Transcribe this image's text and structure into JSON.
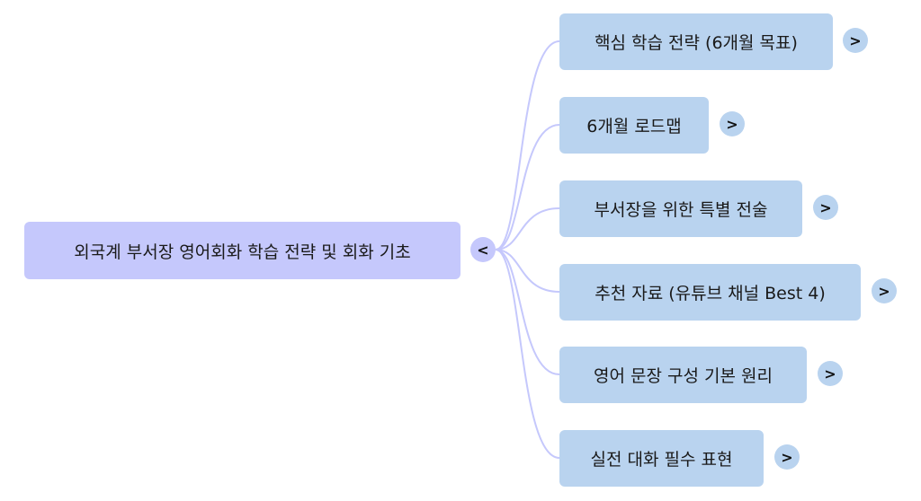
{
  "mindmap": {
    "colors": {
      "root_fill": "#c5c8fc",
      "child_fill": "#b9d3ef",
      "connector": "#c5c8fc",
      "text": "#1a1a1a"
    },
    "root": {
      "label": "외국계 부서장 영어회화 학습 전략 및 회화 기초",
      "toggle_icon": "<",
      "toggle_state": "expanded"
    },
    "children": [
      {
        "label": "핵심 학습 전략 (6개월 목표)",
        "toggle_icon": ">",
        "toggle_state": "collapsed"
      },
      {
        "label": "6개월 로드맵",
        "toggle_icon": ">",
        "toggle_state": "collapsed"
      },
      {
        "label": "부서장을 위한 특별 전술",
        "toggle_icon": ">",
        "toggle_state": "collapsed"
      },
      {
        "label": "추천 자료 (유튜브 채널 Best 4)",
        "toggle_icon": ">",
        "toggle_state": "collapsed"
      },
      {
        "label": "영어 문장 구성 기본 원리",
        "toggle_icon": ">",
        "toggle_state": "collapsed"
      },
      {
        "label": "실전 대화 필수 표현",
        "toggle_icon": ">",
        "toggle_state": "collapsed"
      }
    ]
  }
}
